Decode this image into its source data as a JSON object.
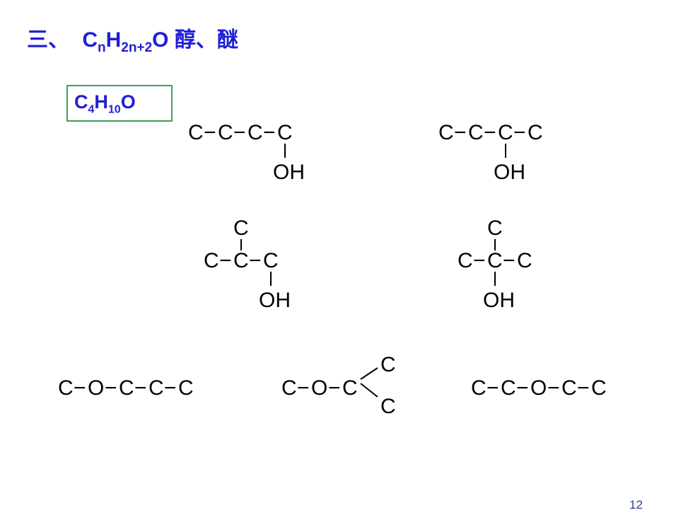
{
  "slide": {
    "section_mark": "三、",
    "formula": {
      "c": "C",
      "c_sub": "n",
      "h": "H",
      "h_sub": "2n+2",
      "o": "O"
    },
    "classes_label": "醇、醚",
    "example_formula": {
      "c": "C",
      "c_sub": "4",
      "h": "H",
      "h_sub": "10",
      "o": "O"
    },
    "page_number": "12"
  },
  "structures": {
    "carbon": "C",
    "oxygen": "O",
    "hydroxyl": "OH",
    "bond": "−"
  },
  "colors": {
    "title": "#1f1fd6",
    "box_border": "#3ca05e",
    "page_number": "#2a3f9a",
    "structure": "#000000"
  }
}
